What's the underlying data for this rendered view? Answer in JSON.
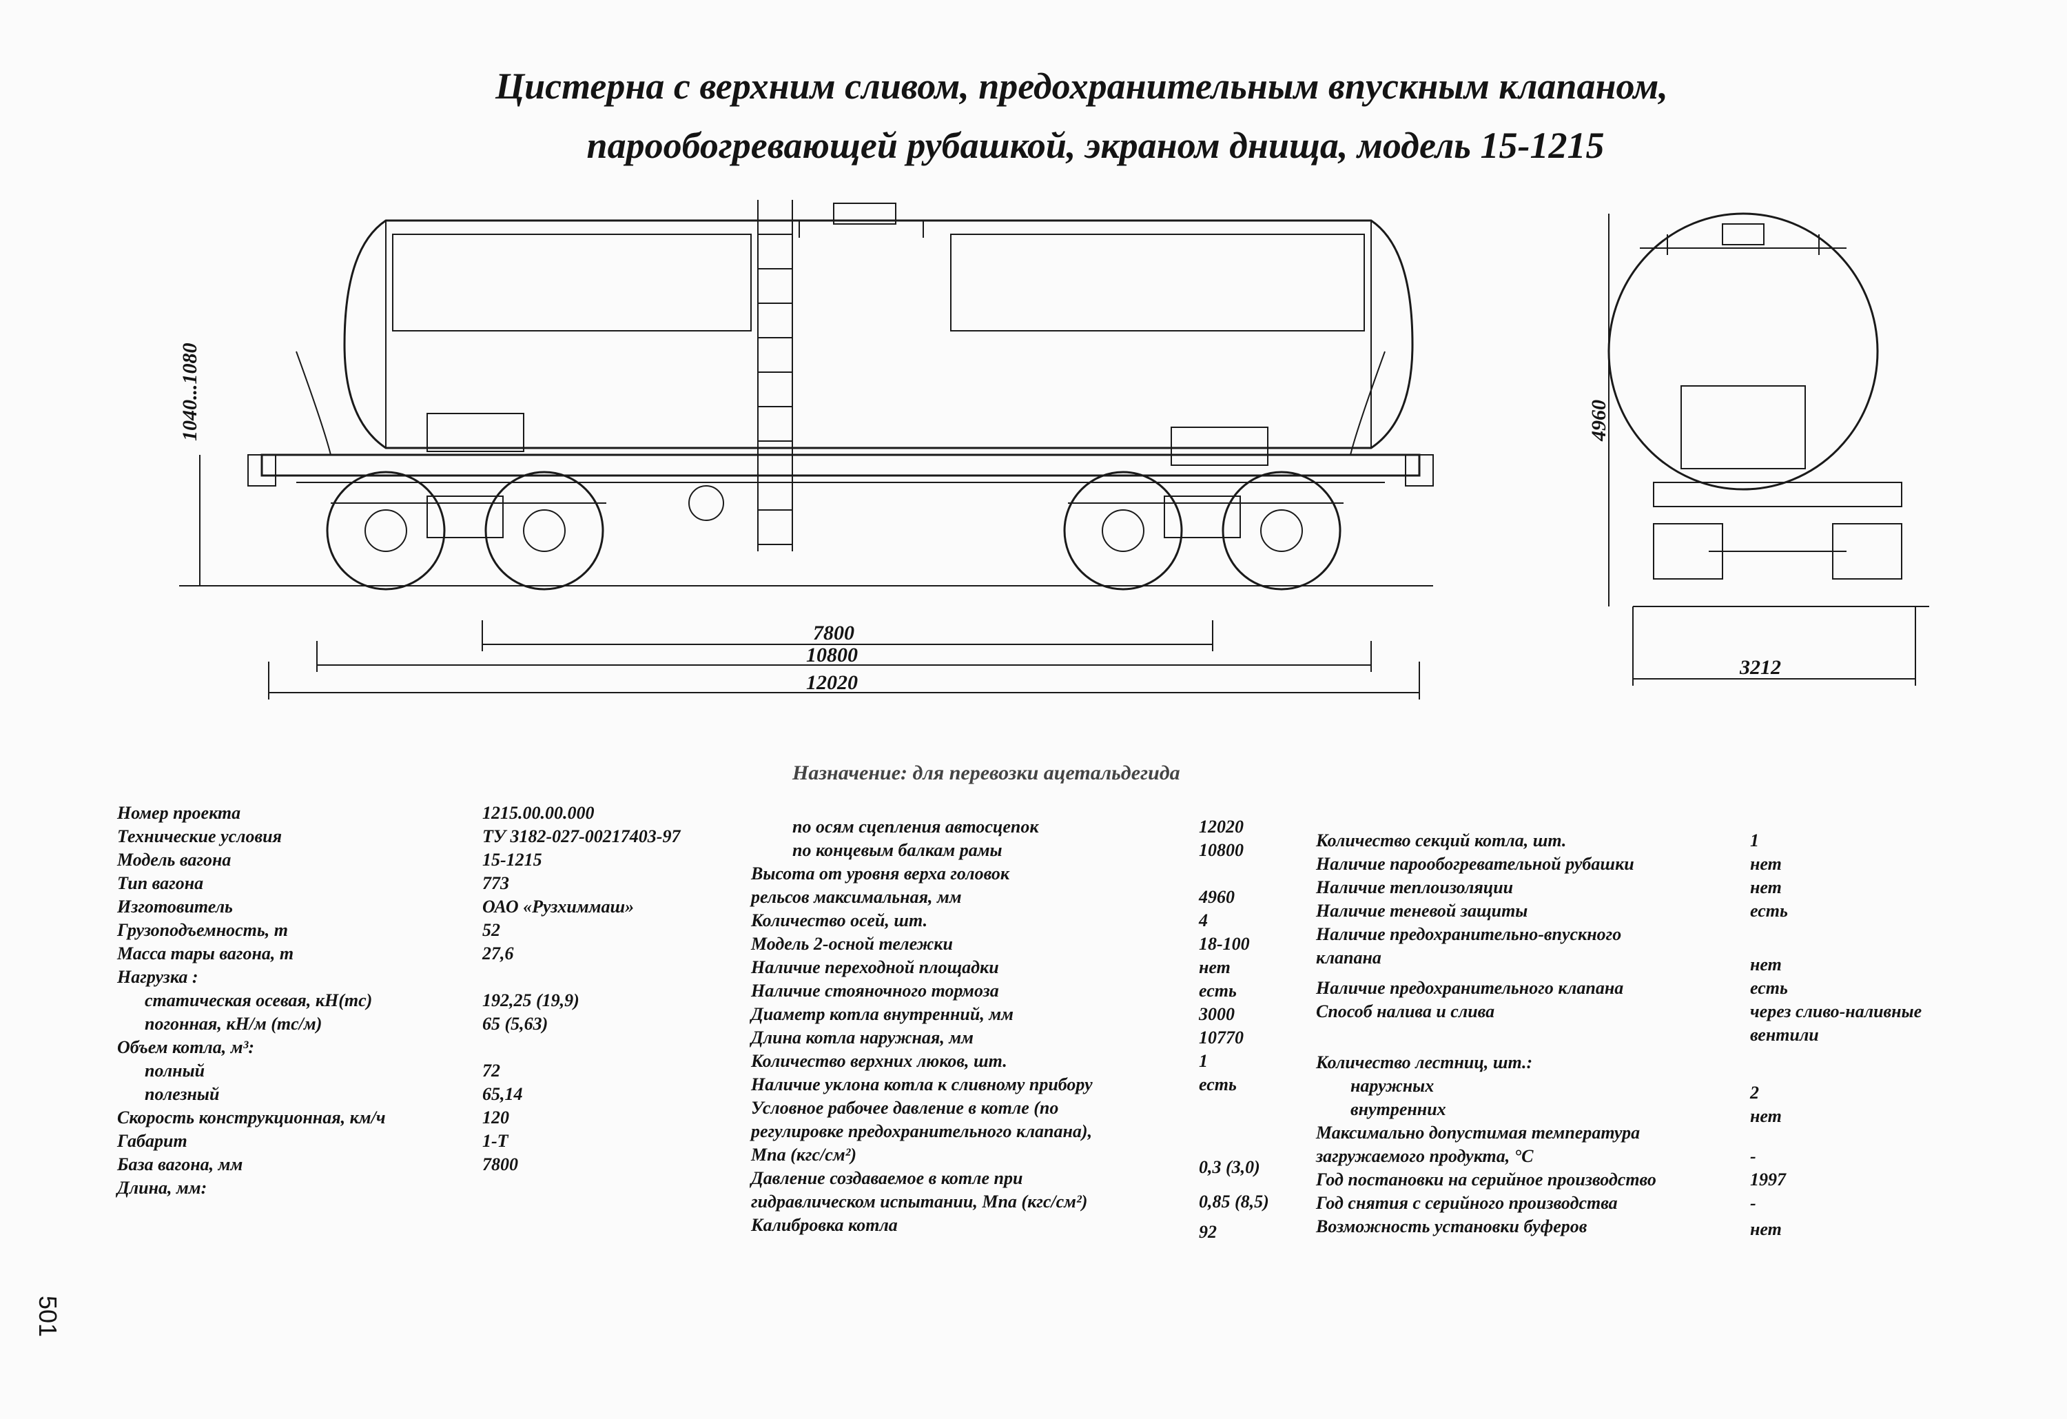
{
  "title": {
    "line1": "Цистерна с верхним сливом, предохранительным впускным клапаном,",
    "line2": "парообогревающей рубашкой, экраном днища, модель 15-1215"
  },
  "drawing": {
    "dim_height_side": "1040...1080",
    "dim_base": "7800",
    "dim_frame": "10800",
    "dim_total": "12020",
    "dim_height_end": "4960",
    "dim_width_end": "3212"
  },
  "purpose": "Назначение: для перевозки ацетальдегида",
  "col1": [
    {
      "label": "Номер проекта",
      "value": "1215.00.00.000"
    },
    {
      "label": "Технические условия",
      "value": "ТУ 3182-027-00217403-97"
    },
    {
      "label": "Модель вагона",
      "value": "15-1215"
    },
    {
      "label": "Тип вагона",
      "value": "773"
    },
    {
      "label": "Изготовитель",
      "value": "ОАО «Рузхиммаш»"
    },
    {
      "label": "Грузоподъемность, т",
      "value": "52"
    },
    {
      "label": "Масса тары вагона, т",
      "value": "27,6"
    },
    {
      "label": "Нагрузка :",
      "value": ""
    },
    {
      "label": "статическая осевая, кН(тс)",
      "value": "192,25 (19,9)"
    },
    {
      "label": "погонная, кН/м (тс/м)",
      "value": "65 (5,63)"
    },
    {
      "label": "Объем котла, м³:",
      "value": ""
    },
    {
      "label": "полный",
      "value": "72"
    },
    {
      "label": "полезный",
      "value": "65,14"
    },
    {
      "label": "Скорость конструкционная, км/ч",
      "value": "120"
    },
    {
      "label": "Габарит",
      "value": "1-Т"
    },
    {
      "label": "База вагона, мм",
      "value": "7800"
    },
    {
      "label": "Длина, мм:",
      "value": ""
    }
  ],
  "col2": [
    {
      "label": "по осям сцепления автосцепок",
      "value": "12020"
    },
    {
      "label": "по концевым балкам рамы",
      "value": "10800"
    },
    {
      "label": "Высота от уровня верха головок",
      "value": ""
    },
    {
      "label": "рельсов максимальная, мм",
      "value": "4960"
    },
    {
      "label": "Количество осей, шт.",
      "value": "4"
    },
    {
      "label": "Модель 2-осной тележки",
      "value": "18-100"
    },
    {
      "label": "Наличие переходной площадки",
      "value": "нет"
    },
    {
      "label": "Наличие стояночного тормоза",
      "value": "есть"
    },
    {
      "label": "Диаметр котла внутренний, мм",
      "value": "3000"
    },
    {
      "label": "Длина котла наружная, мм",
      "value": "10770"
    },
    {
      "label": "Количество верхних люков, шт.",
      "value": "1"
    },
    {
      "label": "Наличие уклона котла к сливному прибору",
      "value": "есть"
    },
    {
      "label": "Условное рабочее давление в котле (по",
      "value": ""
    },
    {
      "label": "регулировке предохранительного клапана),",
      "value": ""
    },
    {
      "label": "Мпа (кгс/см²)",
      "value": "0,3 (3,0)"
    },
    {
      "label": "Давление создаваемое в котле при",
      "value": ""
    },
    {
      "label": "гидравлическом испытании, Мпа (кгс/см²)",
      "value": "0,85 (8,5)"
    },
    {
      "label": "Калибровка котла",
      "value": "92"
    }
  ],
  "col3": [
    {
      "label": "Количество секций котла, шт.",
      "value": "1"
    },
    {
      "label": "Наличие парообогревательной рубашки",
      "value": "нет"
    },
    {
      "label": "Наличие теплоизоляции",
      "value": "нет"
    },
    {
      "label": "Наличие теневой защиты",
      "value": "есть"
    },
    {
      "label": "Наличие предохранительно-впускного",
      "value": ""
    },
    {
      "label": "клапана",
      "value": "нет"
    },
    {
      "label": "Наличие предохранительного клапана",
      "value": "есть"
    },
    {
      "label": "Способ налива и слива",
      "value": "через сливо-наливные"
    },
    {
      "label": "",
      "value": "вентили"
    },
    {
      "label": "Количество лестниц, шт.:",
      "value": ""
    },
    {
      "label": "наружных",
      "value": "2"
    },
    {
      "label": "внутренних",
      "value": "нет"
    },
    {
      "label": "Максимально допустимая температура",
      "value": ""
    },
    {
      "label": "загружаемого продукта, °С",
      "value": "-"
    },
    {
      "label": "Год постановки на серийное производство",
      "value": "1997"
    },
    {
      "label": "Год снятия с серийного производства",
      "value": "-"
    },
    {
      "label": "Возможность установки буферов",
      "value": "нет"
    }
  ],
  "page_number": "501"
}
